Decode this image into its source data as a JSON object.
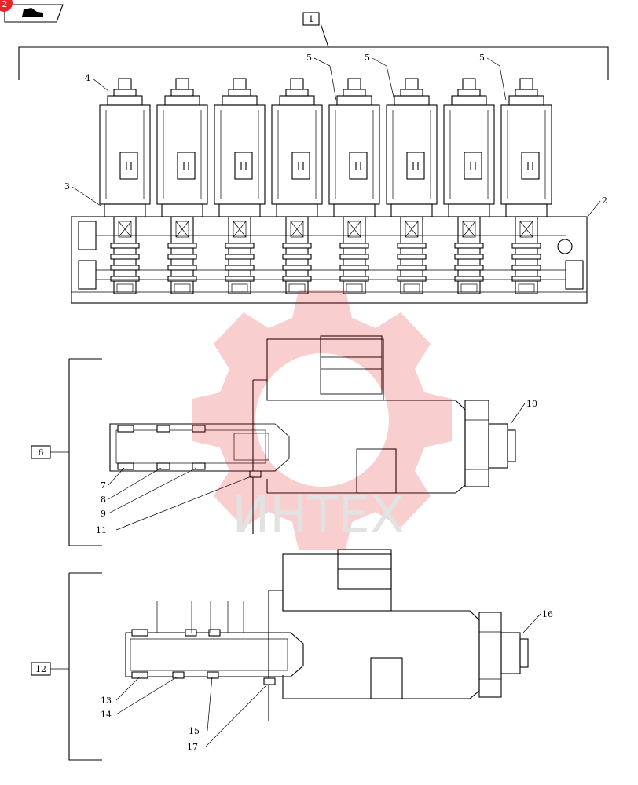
{
  "badge": {
    "number": "2"
  },
  "callouts": {
    "assembly": "1",
    "manifold": "2",
    "cartridge_top": "3",
    "nut_top": "4",
    "coil_top_a": "5",
    "coil_top_b": "5",
    "coil_top_c": "5",
    "valve_mid": "6",
    "seal_mid_7": "7",
    "seal_mid_8": "8",
    "seal_mid_9": "9",
    "nut_mid": "10",
    "seal_mid_11": "11",
    "valve_bot": "12",
    "seal_bot_13": "13",
    "seal_bot_14": "14",
    "seal_bot_15": "15",
    "nut_bot": "16",
    "seal_bot_17": "17"
  },
  "watermark": {
    "text": "ИНТЕХ",
    "color": "#e8232a"
  }
}
